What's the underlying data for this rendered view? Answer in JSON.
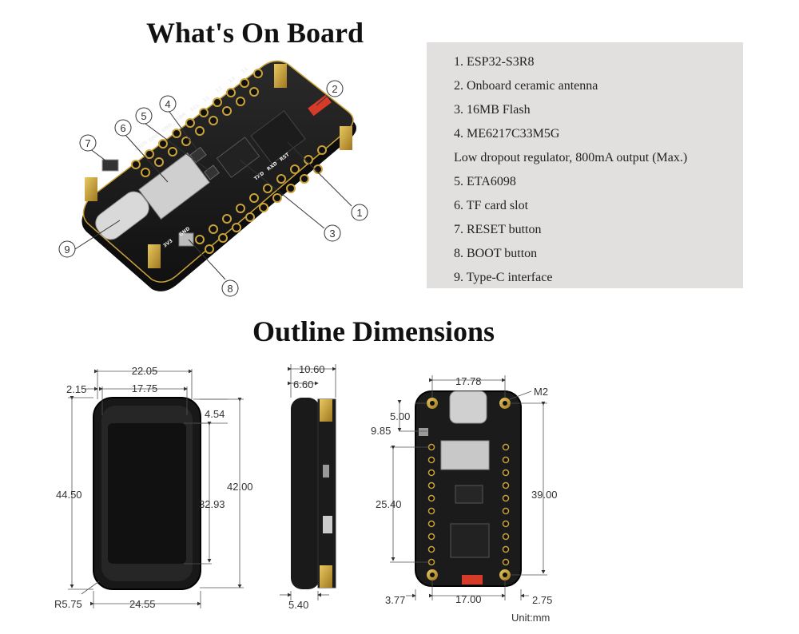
{
  "sections": {
    "board_title": "What's On Board",
    "dimensions_title": "Outline Dimensions"
  },
  "legend": [
    "1. ESP32-S3R8",
    "2. Onboard ceramic antenna",
    "3. 16MB Flash",
    "4. ME6217C33M5G",
    "Low dropout regulator, 800mA output (Max.)",
    "5. ETA6098",
    "6. TF card slot",
    "7. RESET button",
    "8. BOOT button",
    "9. Type-C interface"
  ],
  "callouts": [
    "1",
    "2",
    "3",
    "4",
    "5",
    "6",
    "7",
    "8",
    "9"
  ],
  "silkscreen": {
    "pins_left": [
      "3V3",
      "GND",
      "TXD",
      "RXD",
      "RST"
    ],
    "pins_right": [
      "VBUS",
      "GND",
      "GND",
      "SDA",
      "SCL"
    ],
    "pins_misc": [
      "11",
      "12",
      "13",
      "14",
      "15",
      "16"
    ]
  },
  "front_view": {
    "width_outer": "22.05",
    "bezel_left": "2.15",
    "screen_width": "17.75",
    "top_offset": "4.54",
    "height_total": "44.50",
    "height_inner": "42.00",
    "screen_height": "32.93",
    "corner_radius": "R5.75",
    "width_bottom": "24.55"
  },
  "side_view": {
    "depth_total": "10.60",
    "depth_case": "6.60",
    "depth_bottom": "5.40"
  },
  "back_view": {
    "hole_spacing_x": "17.78",
    "hole_label": "M2",
    "top_to_header": "5.00",
    "top_to_button": "9.85",
    "header_length": "25.40",
    "hole_spacing_y": "39.00",
    "left_margin": "3.77",
    "bottom_spacing": "17.00",
    "right_margin": "2.75",
    "unit": "Unit:mm"
  },
  "colors": {
    "pcb": "#1b1b1b",
    "gold": "#c9a23a",
    "legend_bg": "#e2dfdf",
    "antenna": "#d63b2a",
    "dim_line": "#333333"
  }
}
